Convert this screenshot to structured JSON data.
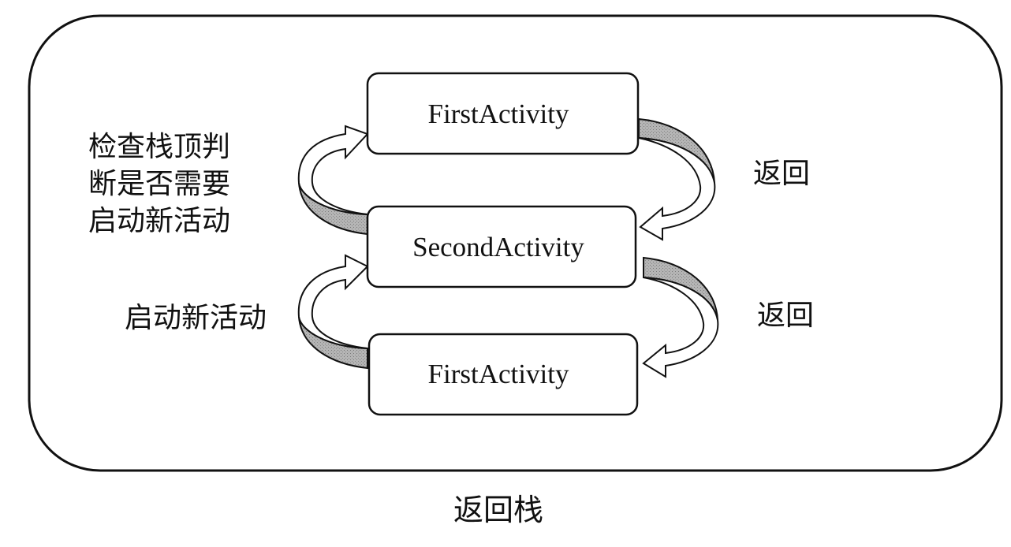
{
  "diagram": {
    "caption": "返回栈",
    "activities": [
      {
        "label": "FirstActivity"
      },
      {
        "label": "SecondActivity"
      },
      {
        "label": "FirstActivity"
      }
    ],
    "left_annotations": {
      "top_lines": [
        "检查栈顶判",
        "断是否需要",
        "启动新活动"
      ],
      "bottom": "启动新活动"
    },
    "right_annotations": {
      "top": "返回",
      "bottom": "返回"
    },
    "colors": {
      "stroke": "#111111",
      "arrow_shade": "#a6a6a6",
      "background": "#ffffff"
    }
  }
}
